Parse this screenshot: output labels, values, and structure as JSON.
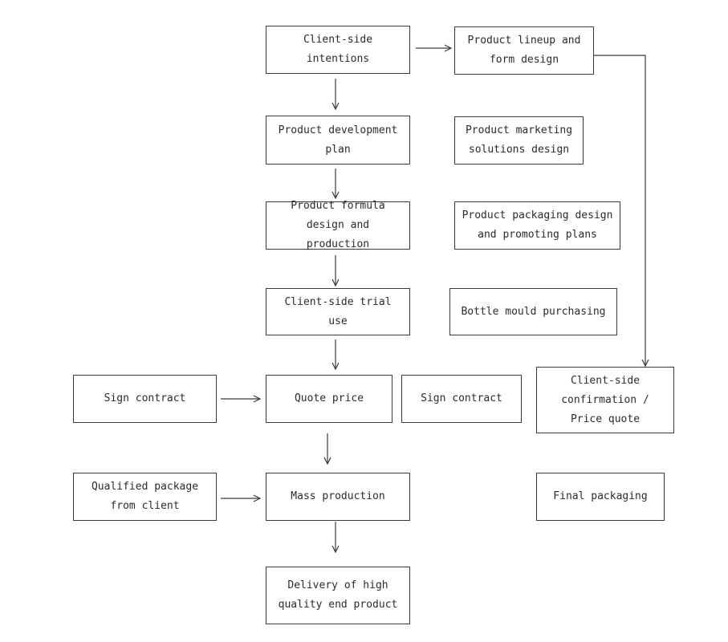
{
  "nodes": {
    "client_intentions": "Client-side\nintentions",
    "product_lineup": "Product lineup and\nform design",
    "product_development_plan": "Product development\nplan",
    "product_marketing": "Product marketing\nsolutions design",
    "product_formula": "Product formula\ndesign and production",
    "product_packaging": "Product packaging design\nand promoting plans",
    "client_trial_use": "Client-side trial use",
    "bottle_mould": "Bottle mould purchasing",
    "sign_contract_left": "Sign contract",
    "quote_price": "Quote price",
    "sign_contract_right": "Sign contract",
    "client_confirmation": "Client-side\nconfirmation /\nPrice quote",
    "qualified_package": "Qualified package\nfrom client",
    "mass_production": "Mass production",
    "final_packaging": "Final packaging",
    "delivery": "Delivery of high\nquality end product"
  },
  "colors": {
    "stroke": "#3a3a3a",
    "text": "#2b2b2b",
    "background": "#ffffff"
  }
}
